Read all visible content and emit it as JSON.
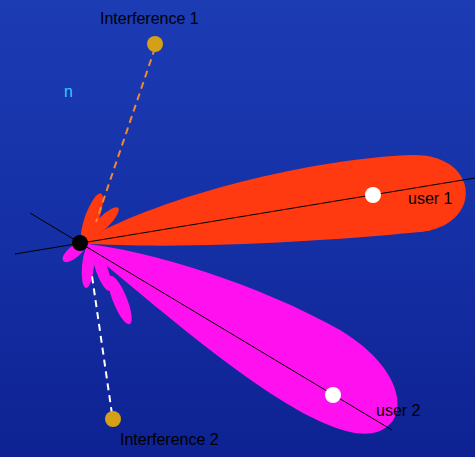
{
  "diagram": {
    "labels": [
      "Interference 1",
      "n",
      "user 1",
      "user 2",
      "Interference 2"
    ]
  }
}
